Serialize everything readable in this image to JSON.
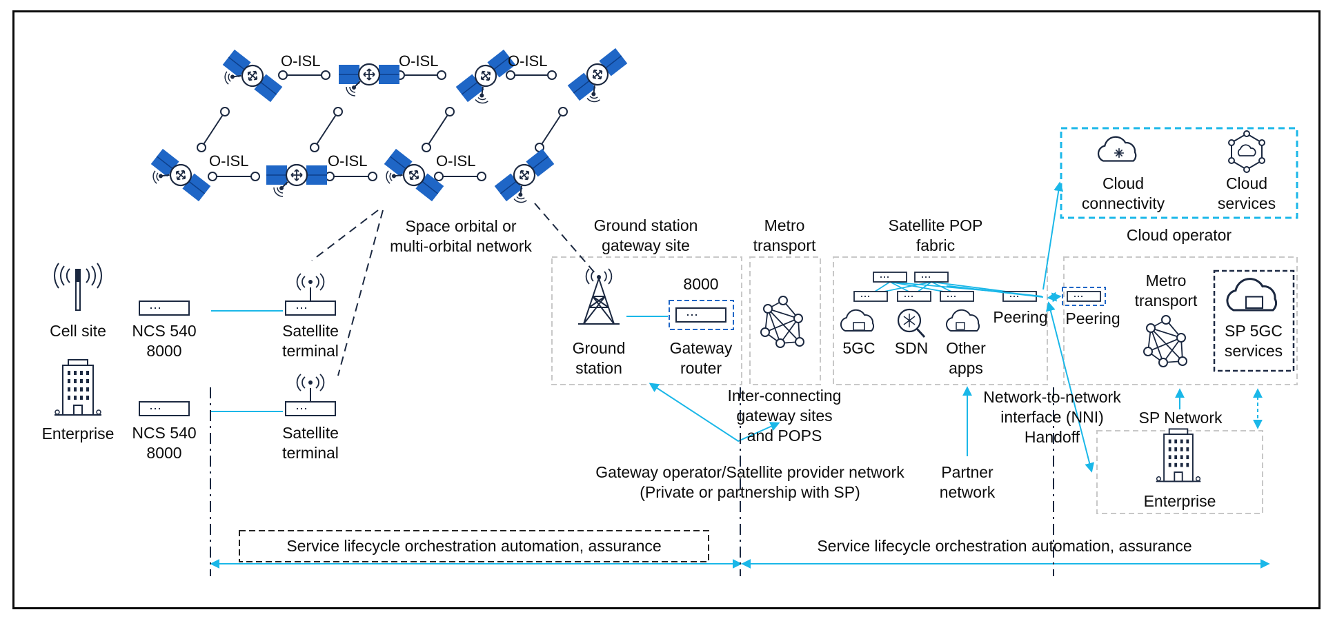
{
  "colors": {
    "accent": "#1ab7e8",
    "satellite": "#1f66c6",
    "satellite_dark": "#0d3f8a",
    "line_dark": "#1b2840",
    "gray_box": "#c8c8c8"
  },
  "icons": [
    "satellite-icon",
    "cell-tower-icon",
    "building-icon",
    "router-icon",
    "terminal-icon",
    "transmission-tower-icon",
    "mesh-network-icon",
    "cloud-icon",
    "magnifier-icon"
  ],
  "isl_labels": [
    "O-ISL",
    "O-ISL",
    "O-ISL",
    "O-ISL",
    "O-ISL",
    "O-ISL"
  ],
  "space": {
    "label_line1": "Space orbital or",
    "label_line2": "multi-orbital network"
  },
  "access": {
    "cell_site": "Cell site",
    "enterprise": "Enterprise",
    "ncs_top_line1": "NCS 540",
    "ncs_top_line2": "8000",
    "ncs_bottom_line1": "NCS 540",
    "ncs_bottom_line2": "8000",
    "terminal_top_line1": "Satellite",
    "terminal_top_line2": "terminal",
    "terminal_bottom_line1": "Satellite",
    "terminal_bottom_line2": "terminal"
  },
  "ground": {
    "title_line1": "Ground station",
    "title_line2": "gateway site",
    "station_line1": "Ground",
    "station_line2": "station",
    "router_model": "8000",
    "router_line1": "Gateway",
    "router_line2": "router"
  },
  "metro": {
    "title_line1": "Metro",
    "title_line2": "transport"
  },
  "interconnect": {
    "line1": "Inter-connecting",
    "line2": "gateway sites",
    "line3": "and POPS"
  },
  "gateway_operator": {
    "line1": "Gateway operator/Satellite provider network",
    "line2": "(Private or partnership with SP)"
  },
  "pop": {
    "title_line1": "Satellite POP",
    "title_line2": "fabric",
    "apps": [
      "5GC",
      "SDN"
    ],
    "other_line1": "Other",
    "other_line2": "apps",
    "peering": "Peering"
  },
  "partner": {
    "line1": "Partner",
    "line2": "network"
  },
  "nni": {
    "line1": "Network-to-network",
    "line2": "interface (NNI)",
    "line3": "Handoff"
  },
  "cloud": {
    "connectivity_line1": "Cloud",
    "connectivity_line2": "connectivity",
    "services_line1": "Cloud",
    "services_line2": "services",
    "operator": "Cloud operator"
  },
  "sp": {
    "peering": "Peering",
    "metro_line1": "Metro",
    "metro_line2": "transport",
    "sp5gc_line1": "SP 5GC",
    "sp5gc_line2": "services",
    "network": "SP Network",
    "enterprise": "Enterprise"
  },
  "lifecycle": {
    "left": "Service lifecycle orchestration automation, assurance",
    "right": "Service lifecycle orchestration automation, assurance"
  }
}
